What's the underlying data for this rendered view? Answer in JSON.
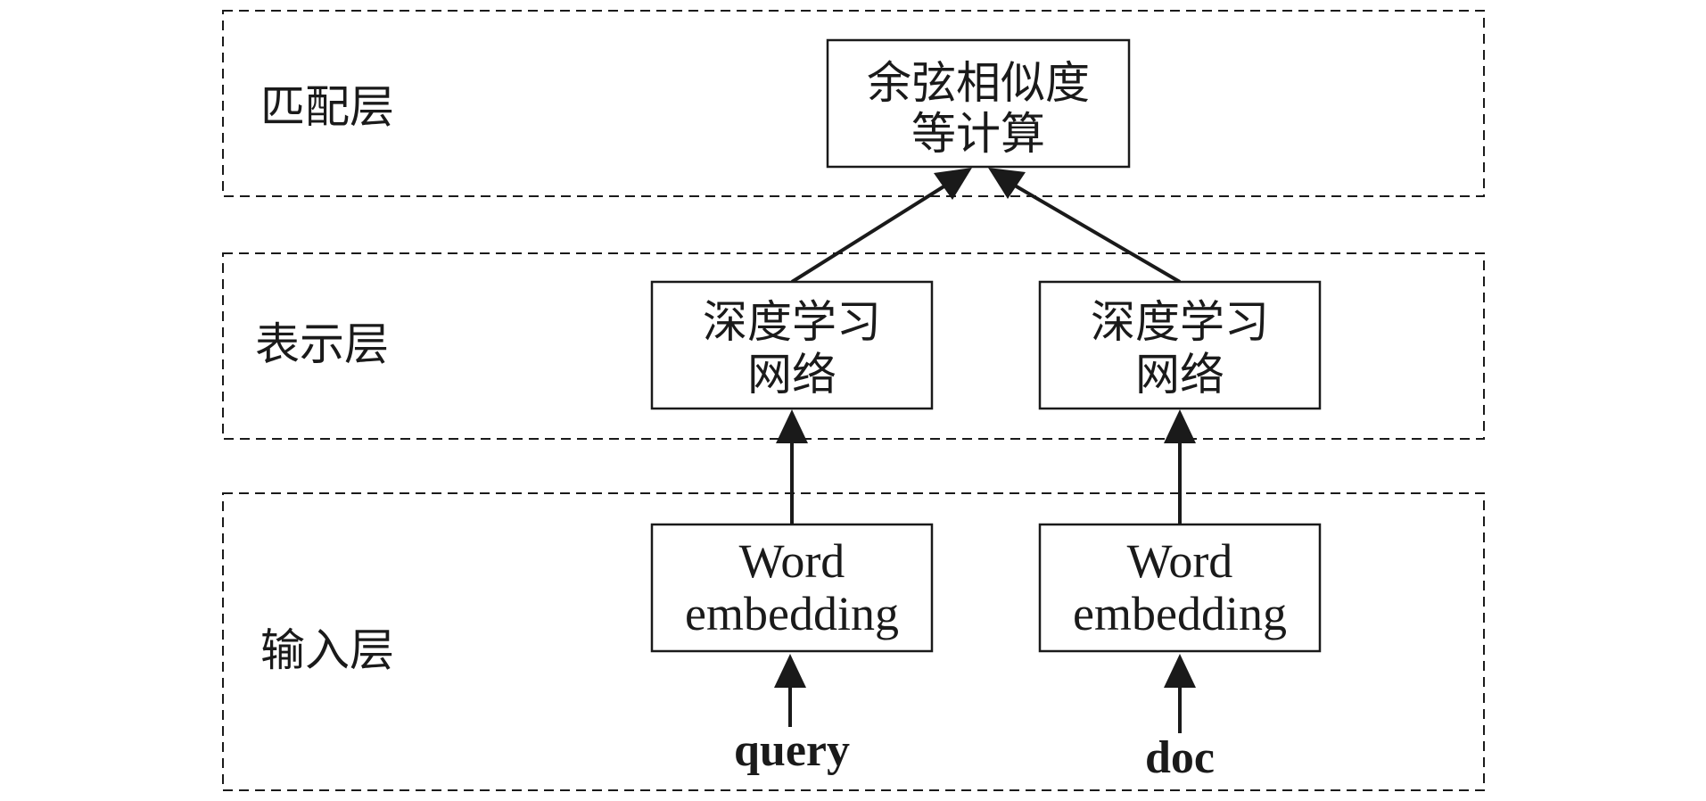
{
  "layers": {
    "matching": "匹配层",
    "representation": "表示层",
    "input": "输入层"
  },
  "nodes": {
    "similarity": {
      "line1": "余弦相似度",
      "line2": "等计算"
    },
    "network_left": {
      "line1": "深度学习",
      "line2": "网络"
    },
    "network_right": {
      "line1": "深度学习",
      "line2": "网络"
    },
    "embedding_left": {
      "line1": "Word",
      "line2": "embedding"
    },
    "embedding_right": {
      "line1": "Word",
      "line2": "embedding"
    }
  },
  "inputs": {
    "query": "query",
    "doc": "doc"
  }
}
